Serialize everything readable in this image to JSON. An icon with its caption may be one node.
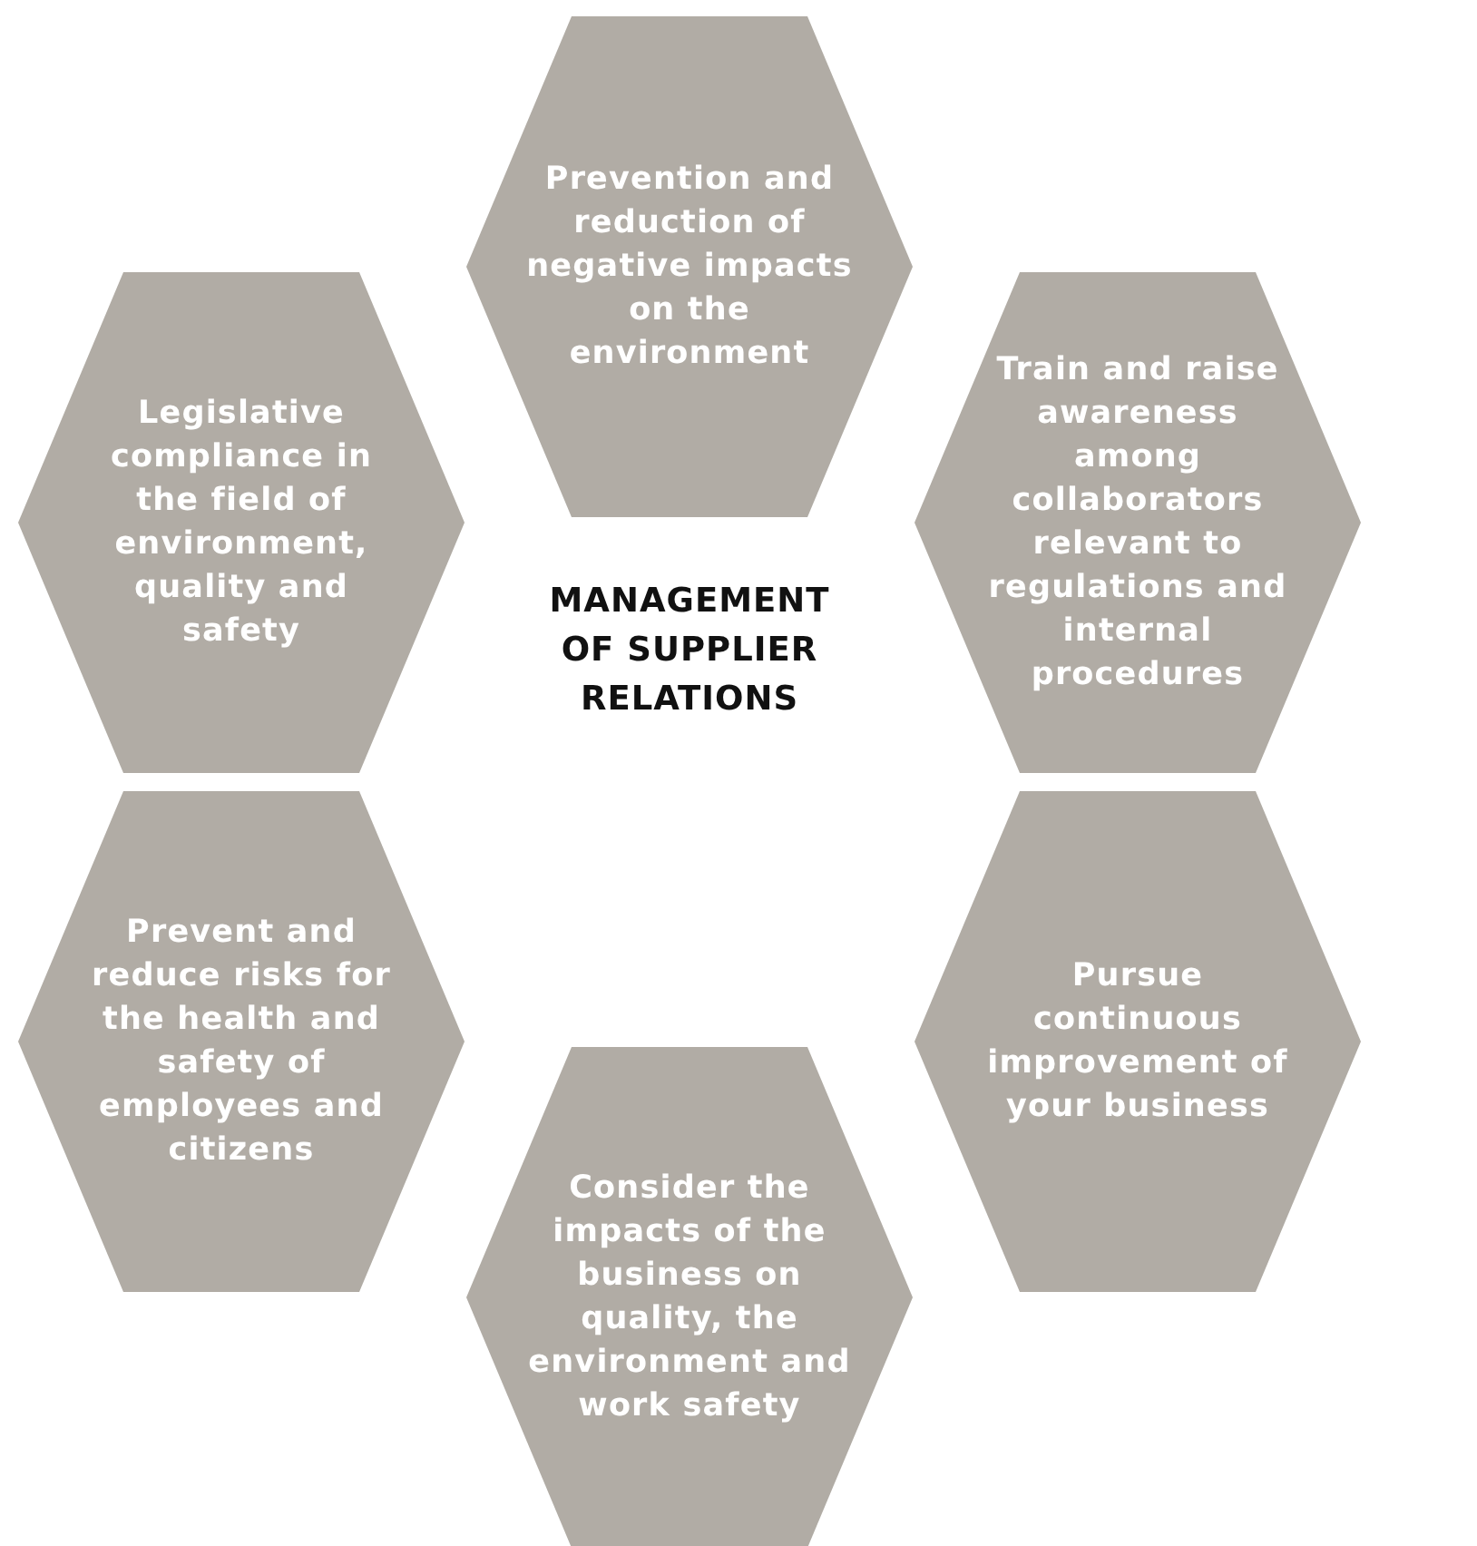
{
  "diagram": {
    "nodes": [
      {
        "text": [
          "Prevention and reduction of negative impacts on the environment"
        ]
      },
      {
        "text": [
          "Legislative compliance in the field of environment, quality and safety"
        ]
      },
      {
        "text": [
          "Train and raise awareness among collaborators relevant to regulations and internal procedures"
        ]
      },
      {
        "text": [
          "Prevent and reduce risks for the health and safety of employees and citizens"
        ]
      },
      {
        "text": [
          "Pursue continuous improvement of your business"
        ]
      },
      {
        "text": [
          "Consider the impacts of the business on quality, the environment and work safety"
        ]
      }
    ],
    "labels": [
      "MANAGEMENT OF SUPPLIER RELATIONS"
    ]
  }
}
